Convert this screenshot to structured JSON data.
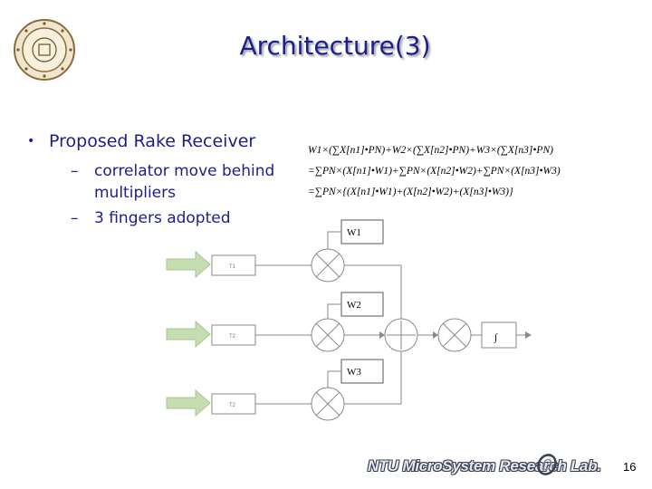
{
  "slide": {
    "title": "Architecture(3)",
    "bullet": "Proposed Rake Receiver",
    "subbullets": [
      {
        "dash": "–",
        "line1": "correlator move behind",
        "line2": "multipliers"
      },
      {
        "dash": "–",
        "line1": "3 fingers adopted"
      }
    ],
    "equations": [
      "W1×(∑X[n1]•PN)+W2×(∑X[n2]•PN)+W3×(∑X[n3]•PN)",
      "=∑PN×(X[n1]•W1)+∑PN×(X[n2]•W2)+∑PN×(X[n3]•W3)",
      "=∑PN×{(X[n1]•W1)+(X[n2]•W2)+(X[n3]•W3)}"
    ],
    "diagram": {
      "weights": [
        "W1",
        "W2",
        "W3"
      ],
      "taps": [
        "T1",
        "T2",
        "T2"
      ],
      "integral": "∫"
    },
    "footer": {
      "brand": "NTU MicroSystem Research Lab.",
      "page": "16"
    }
  }
}
